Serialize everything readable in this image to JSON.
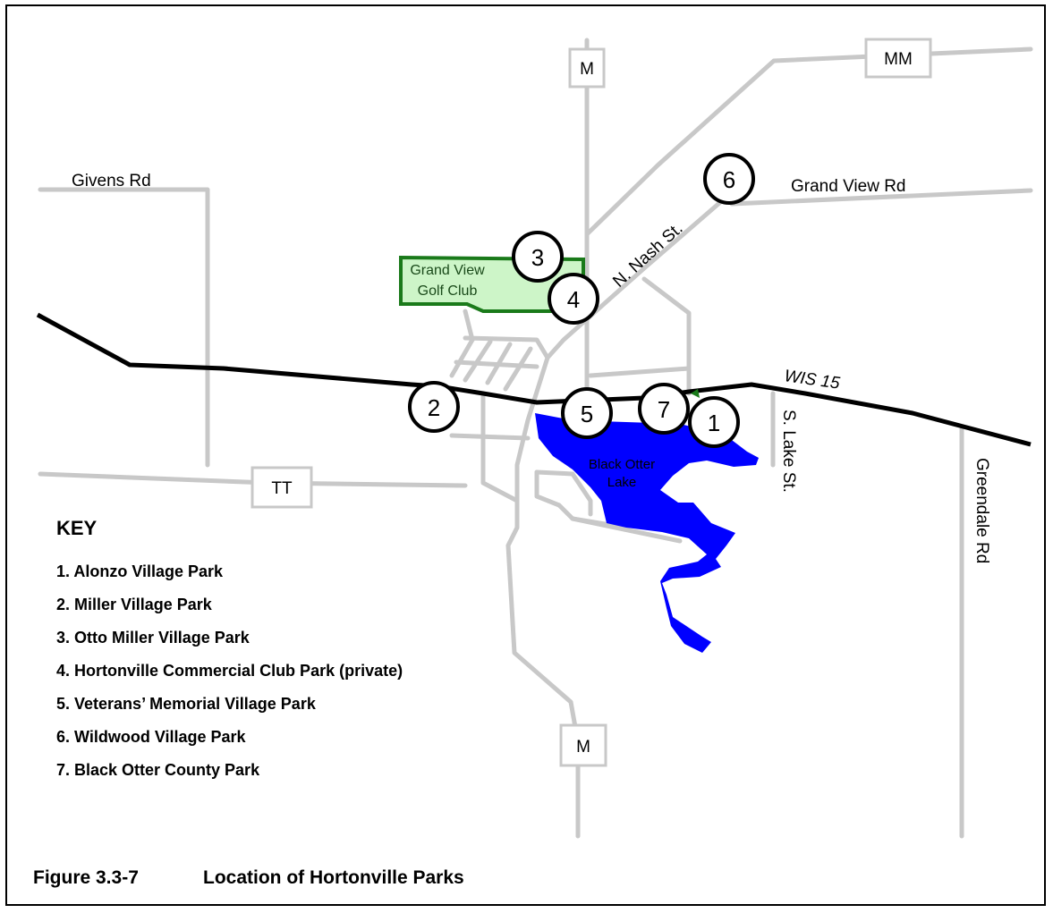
{
  "roads": {
    "givens": "Givens Rd",
    "grand_view": "Grand View Rd",
    "nash": "N. Nash St.",
    "wis15": "WIS 15",
    "lake": "S. Lake St.",
    "greendale": "Greendale Rd"
  },
  "shields": {
    "m_north": "M",
    "mm": "MM",
    "tt": "TT",
    "m_south": "M"
  },
  "features": {
    "golf_club": [
      "Grand View",
      "Golf Club"
    ],
    "lake": [
      "Black Otter",
      "Lake"
    ]
  },
  "markers": [
    "1",
    "2",
    "3",
    "4",
    "5",
    "6",
    "7"
  ],
  "key": {
    "title": "KEY",
    "items": [
      "1.  Alonzo Village Park",
      "2.  Miller Village Park",
      "3.  Otto Miller Village Park",
      "4.  Hortonville Commercial Club Park (private)",
      "5.  Veterans’ Memorial Village Park",
      "6.  Wildwood Village Park",
      "7.  Black Otter County Park"
    ]
  },
  "caption": {
    "number": "Figure 3.3-7",
    "title": "Location of Hortonville Parks"
  },
  "colors": {
    "road": "#c8c8c8",
    "highway": "#000000",
    "lake": "#0000ff",
    "golf_fill": "#cdf5c8",
    "golf_border": "#1a7a1a"
  }
}
